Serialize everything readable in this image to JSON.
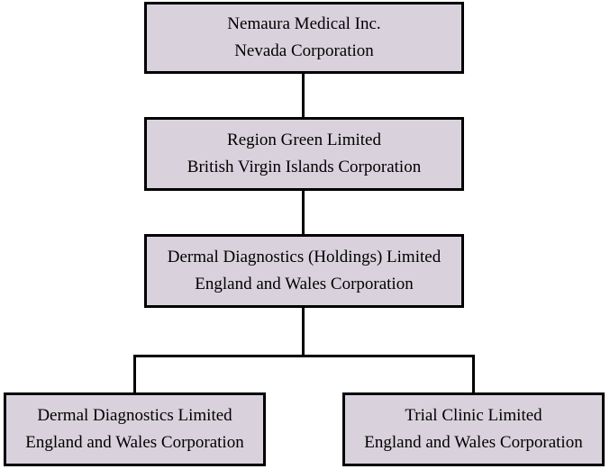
{
  "colors": {
    "box_fill": "#d9d2dc",
    "border": "#000000",
    "text": "#000000"
  },
  "nodes": {
    "nemaura": {
      "name": "Nemaura Medical Inc.",
      "jurisdiction": "Nevada Corporation"
    },
    "region_green": {
      "name": "Region Green Limited",
      "jurisdiction": "British Virgin Islands Corporation"
    },
    "dermal_holdings": {
      "name": "Dermal Diagnostics (Holdings) Limited",
      "jurisdiction": "England and Wales Corporation"
    },
    "dermal_diagnostics": {
      "name": "Dermal Diagnostics Limited",
      "jurisdiction": "England and Wales Corporation"
    },
    "trial_clinic": {
      "name": "Trial Clinic Limited",
      "jurisdiction": "England and Wales Corporation"
    }
  }
}
